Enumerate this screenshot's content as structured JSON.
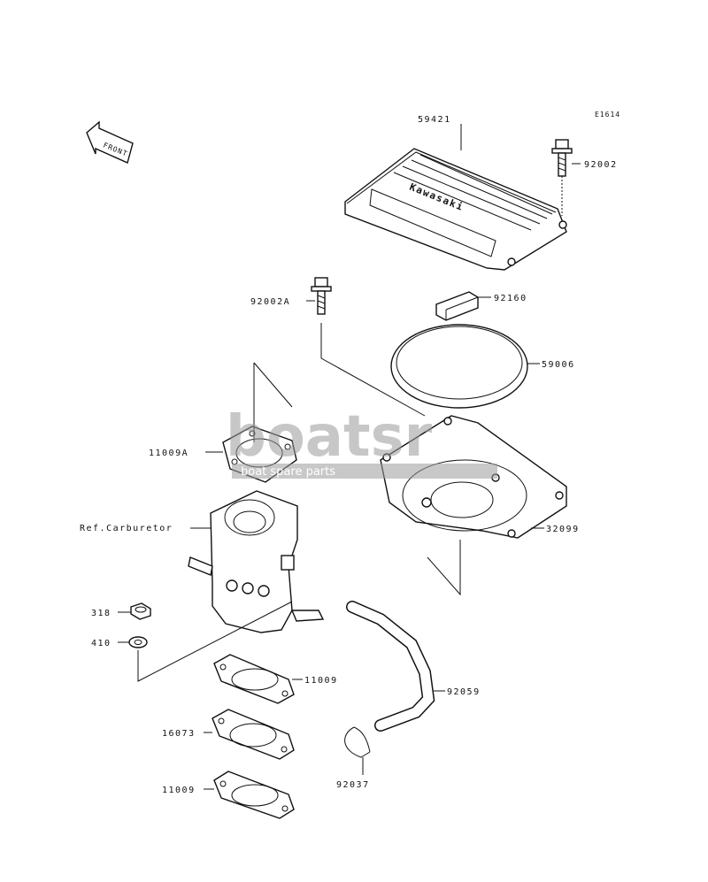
{
  "diagram": {
    "code": "E1614",
    "front_label": "FRONT",
    "parts": [
      {
        "id": "59421",
        "label": "59421"
      },
      {
        "id": "92002",
        "label": "92002"
      },
      {
        "id": "92002A",
        "label": "92002A"
      },
      {
        "id": "92160",
        "label": "92160"
      },
      {
        "id": "59006",
        "label": "59006"
      },
      {
        "id": "11009A",
        "label": "11009A"
      },
      {
        "id": "32099",
        "label": "32099"
      },
      {
        "id": "ref-carb",
        "label": "Ref.Carburetor"
      },
      {
        "id": "318",
        "label": "318"
      },
      {
        "id": "410",
        "label": "410"
      },
      {
        "id": "11009-1",
        "label": "11009"
      },
      {
        "id": "92059",
        "label": "92059"
      },
      {
        "id": "16073",
        "label": "16073"
      },
      {
        "id": "92037",
        "label": "92037"
      },
      {
        "id": "11009-2",
        "label": "11009"
      }
    ],
    "cover_logo": "Kawasaki",
    "watermark": {
      "brand": "boatsr",
      "tagline": "boat spare parts"
    }
  }
}
